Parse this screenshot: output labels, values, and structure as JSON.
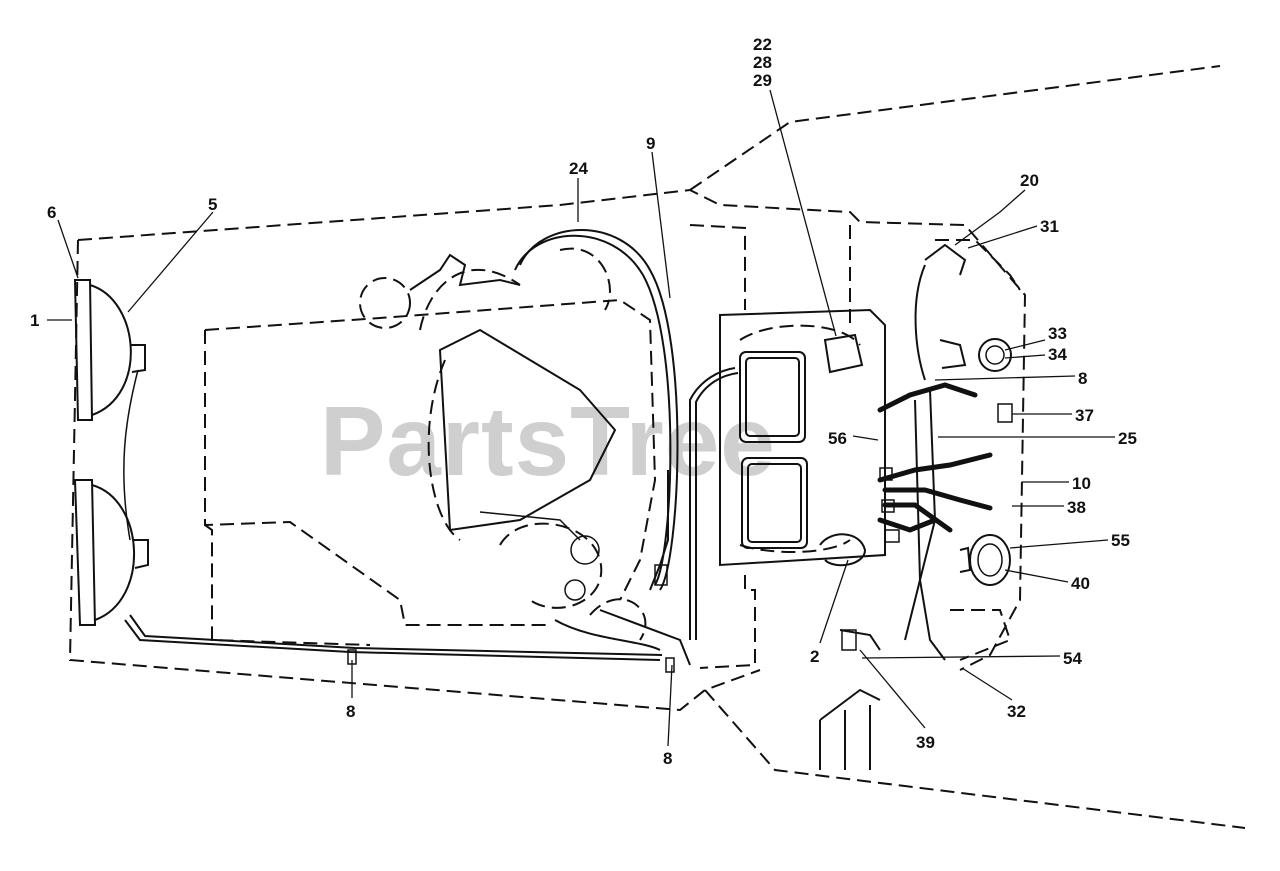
{
  "watermark": {
    "text": "PartsTree"
  },
  "callouts": {
    "c1": "1",
    "c5": "5",
    "c6": "6",
    "c24": "24",
    "c9": "9",
    "c22": "22",
    "c28": "28",
    "c29": "29",
    "c20": "20",
    "c31": "31",
    "c33": "33",
    "c34": "34",
    "c8_right": "8",
    "c37": "37",
    "c25": "25",
    "c56": "56",
    "c10": "10",
    "c38": "38",
    "c55": "55",
    "c40": "40",
    "c2": "2",
    "c54": "54",
    "c32": "32",
    "c39": "39",
    "c8_bottom_left": "8",
    "c8_bottom_mid": "8"
  }
}
